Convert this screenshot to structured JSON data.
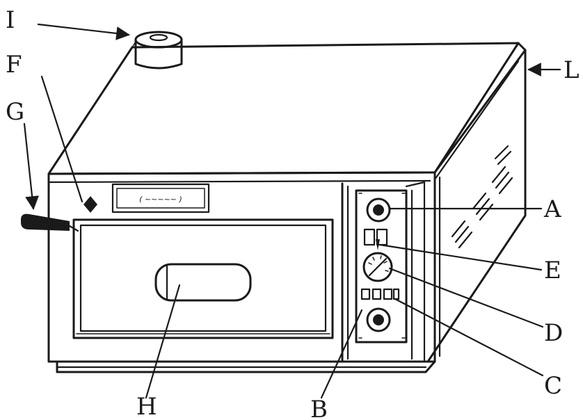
{
  "labels": {
    "I": "I",
    "F": "F",
    "G": "G",
    "L": "L",
    "A": "A",
    "E": "E",
    "D": "D",
    "C": "C",
    "B": "B",
    "H": "H"
  },
  "nameplate_text": "( ~~~~~ )",
  "colors": {
    "ink": "#1a1a1a",
    "paper": "#ffffff"
  }
}
